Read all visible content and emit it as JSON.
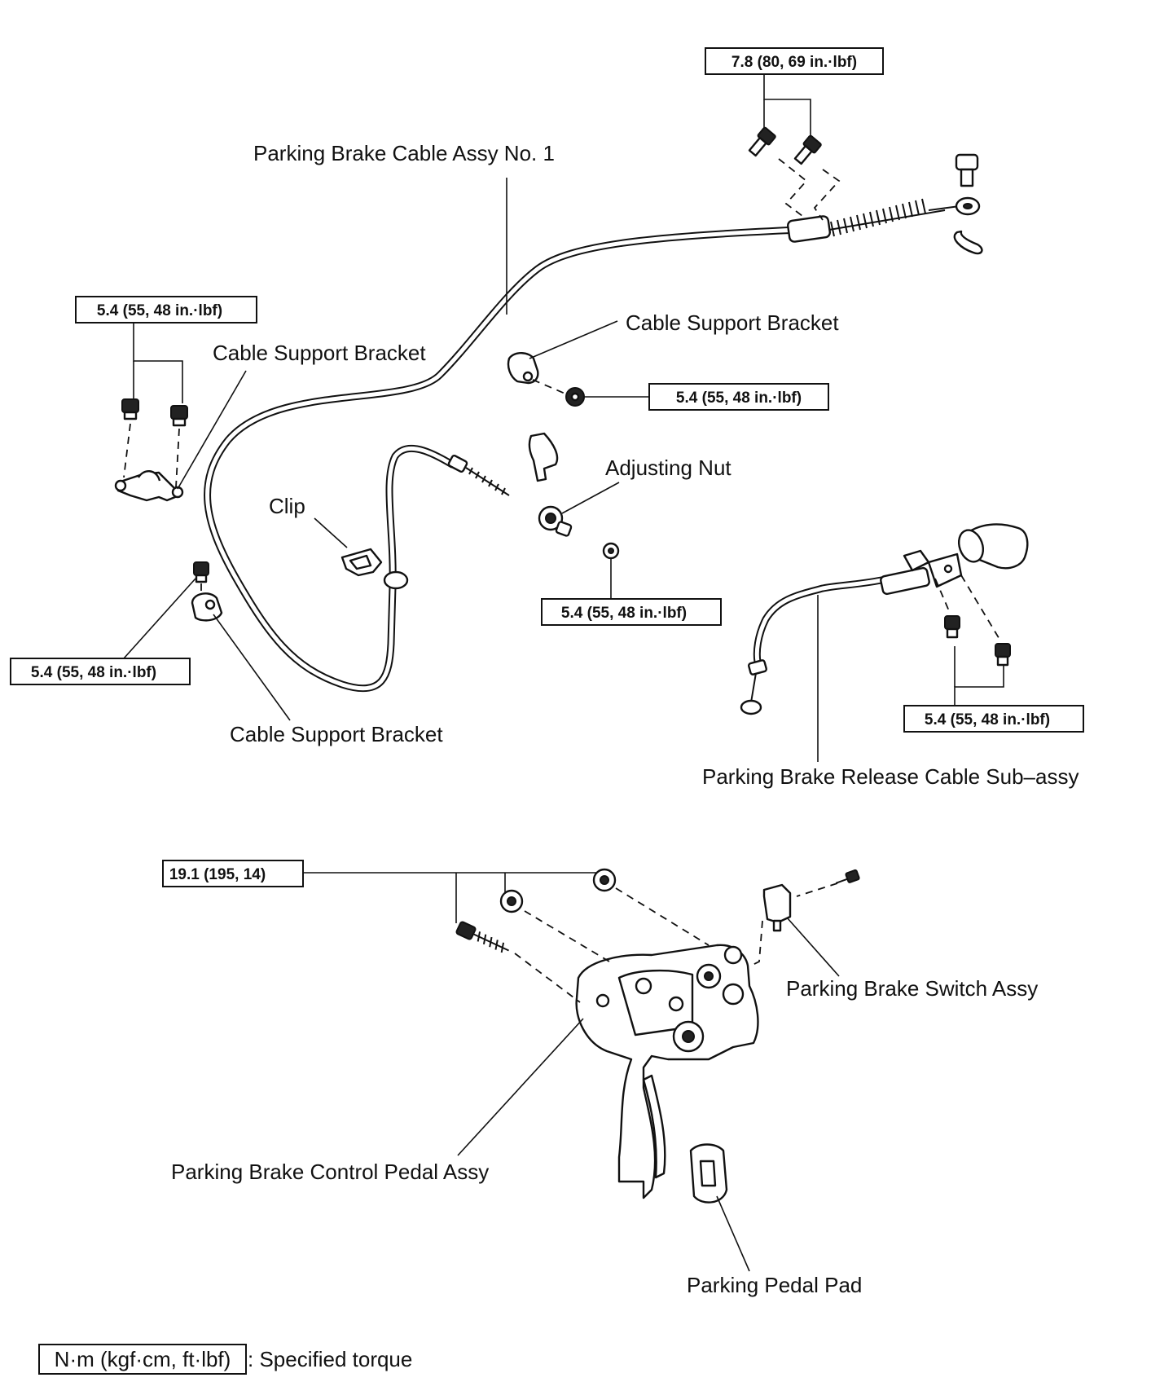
{
  "labels": {
    "cable_no1": "Parking Brake Cable Assy No. 1",
    "support_bracket_left": "Cable Support Bracket",
    "support_bracket_right": "Cable Support Bracket",
    "support_bracket_bottom": "Cable Support Bracket",
    "adjusting_nut": "Adjusting Nut",
    "clip": "Clip",
    "release_cable": "Parking Brake Release Cable Sub–assy",
    "switch_assy": "Parking Brake Switch Assy",
    "pedal_assy": "Parking Brake Control Pedal Assy",
    "pedal_pad": "Parking Pedal Pad"
  },
  "torques": {
    "top": "7.8 (80, 69 in.·lbf)",
    "left_bracket": "5.4 (55, 48 in.·lbf)",
    "right_bracket": "5.4 (55, 48 in.·lbf)",
    "adjusting_nut": "5.4 (55, 48 in.·lbf)",
    "bottom_bracket": "5.4 (55, 48 in.·lbf)",
    "release_cable": "5.4 (55, 48 in.·lbf)",
    "pedal": "19.1 (195, 14)"
  },
  "legend": {
    "unit": "N·m (kgf·cm, ft·lbf)",
    "description": ": Specified torque"
  },
  "colors": {
    "line": "#111111",
    "background": "#ffffff"
  }
}
